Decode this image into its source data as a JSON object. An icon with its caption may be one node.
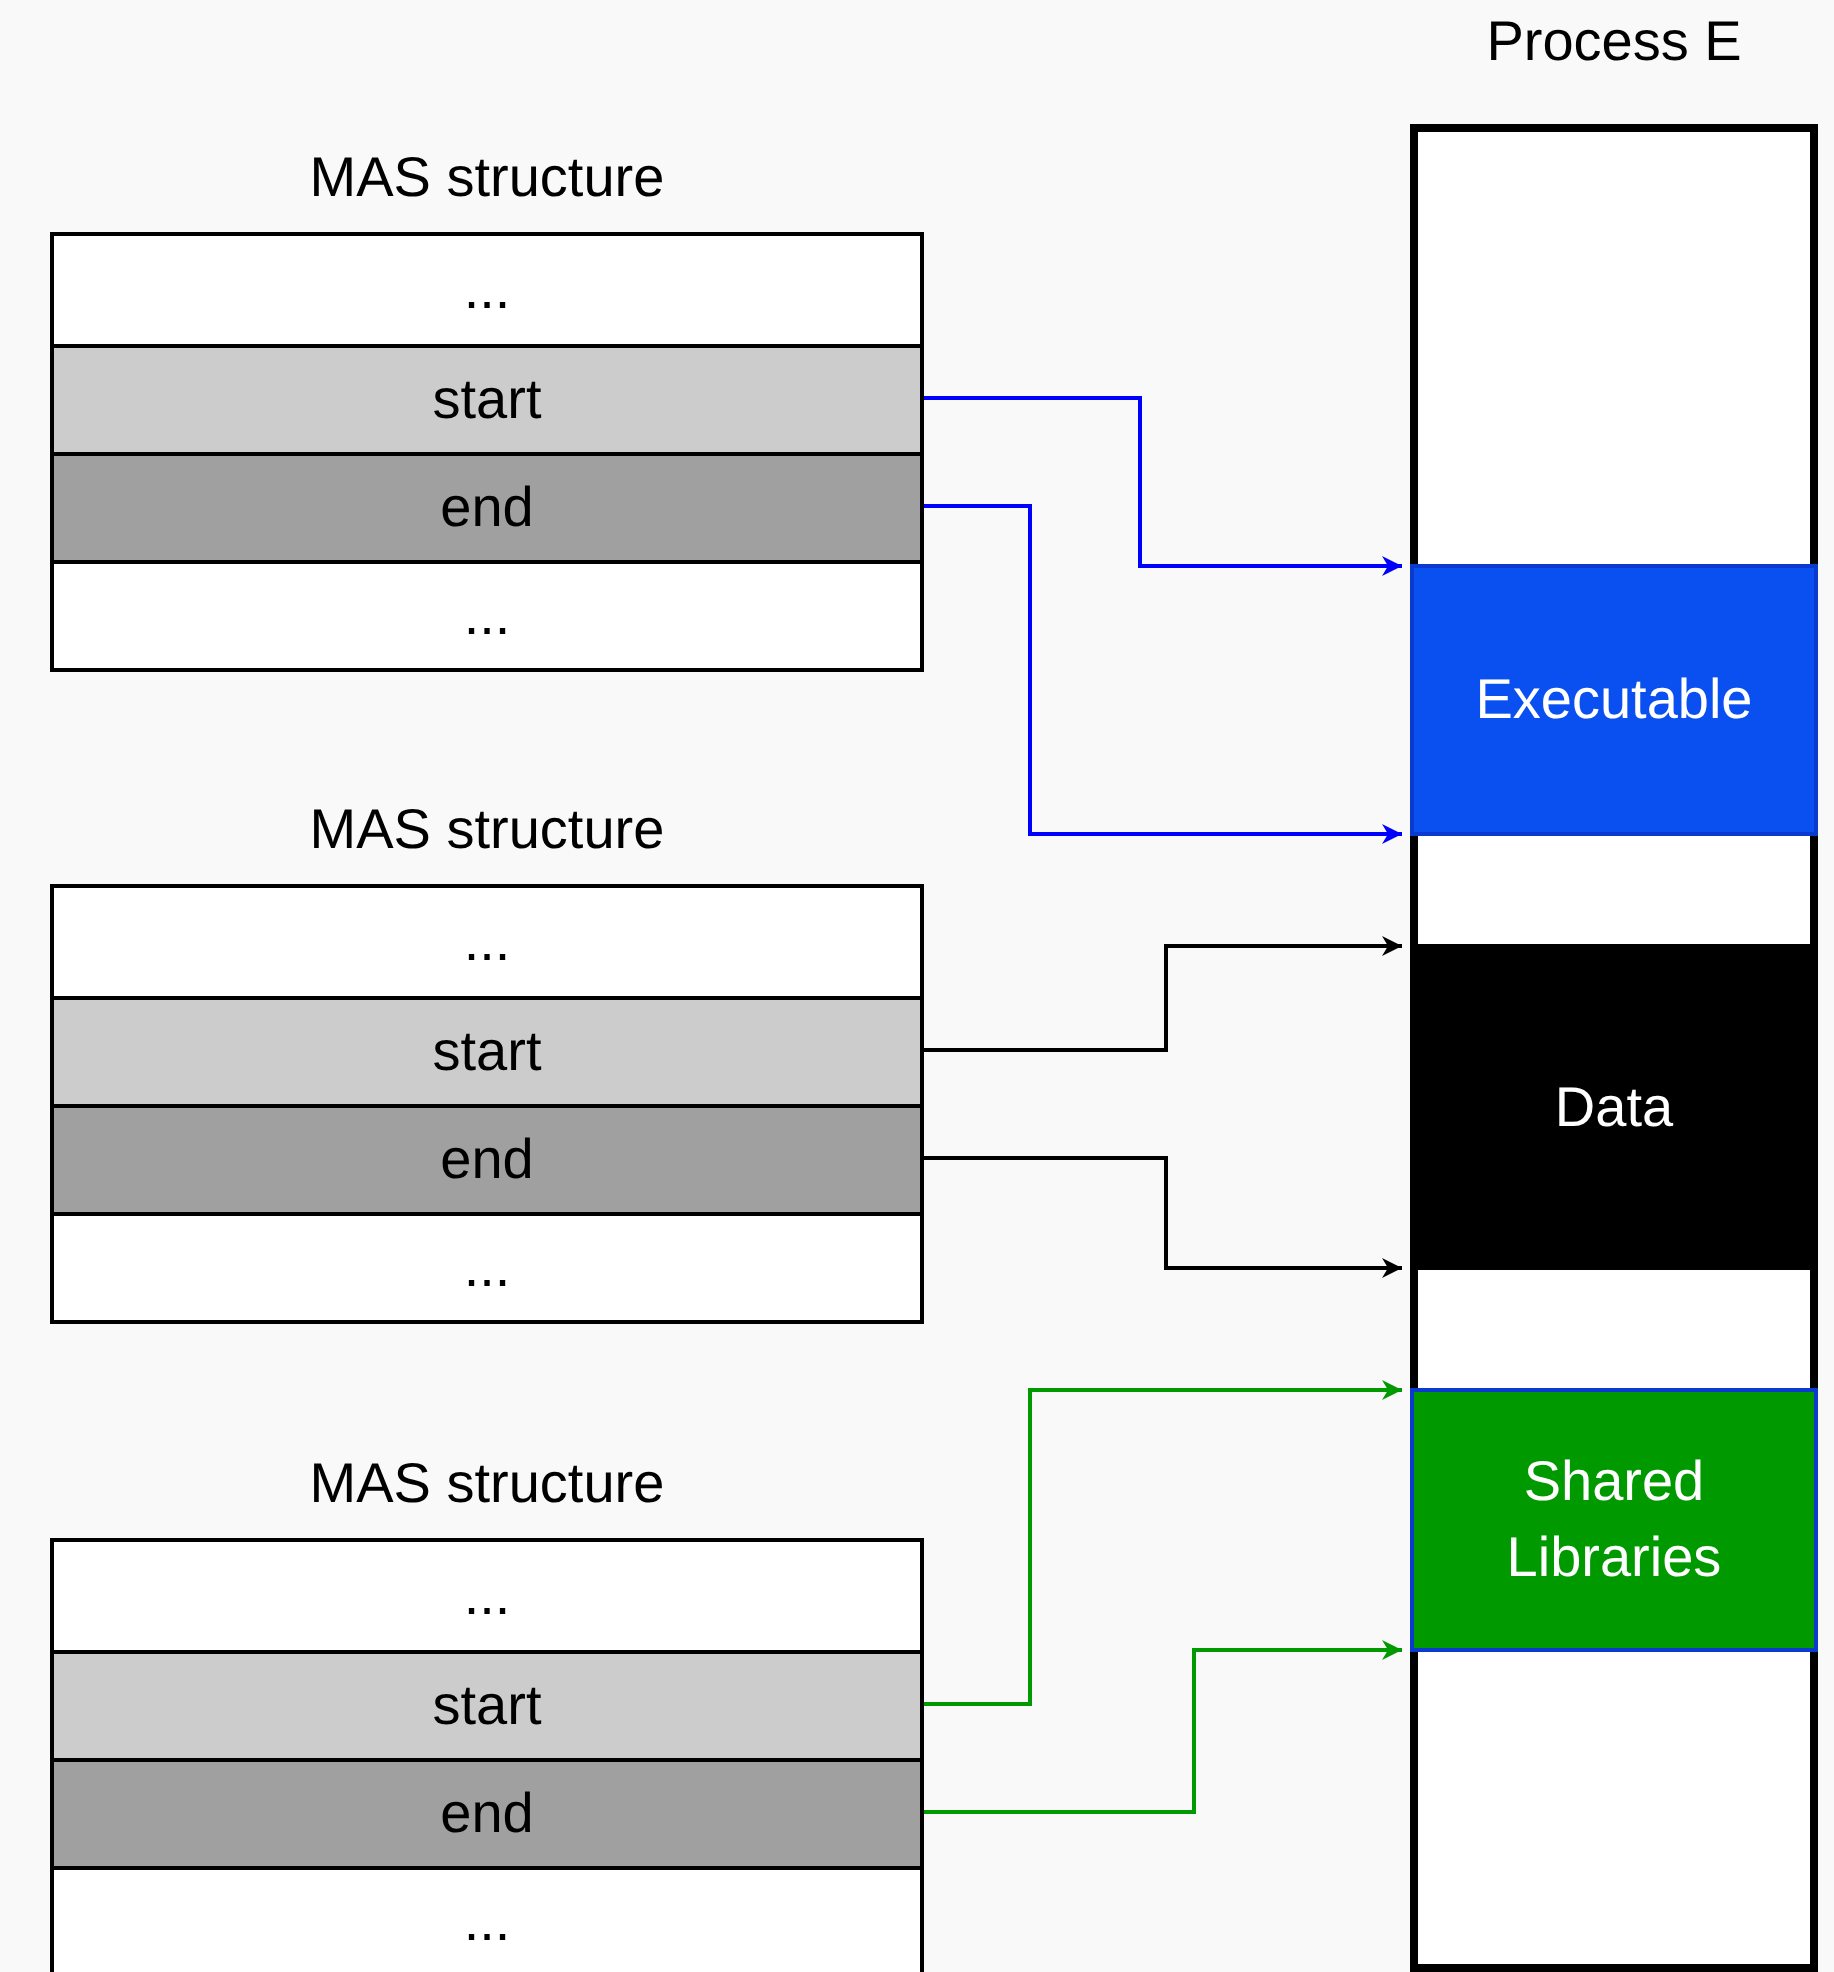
{
  "diagram": {
    "nodes": [
      {
        "text": [
          "MAS structure"
        ]
      },
      {
        "text": [
          "..."
        ],
        "in": 0
      },
      {
        "text": [
          "start"
        ],
        "in": 0
      },
      {
        "text": [
          "end"
        ],
        "in": 0
      },
      {
        "text": [
          "..."
        ],
        "in": 0
      },
      {
        "text": [
          "MAS structure"
        ]
      },
      {
        "text": [
          "..."
        ],
        "in": 5
      },
      {
        "text": [
          "start"
        ],
        "in": 5
      },
      {
        "text": [
          "end"
        ],
        "in": 5
      },
      {
        "text": [
          "..."
        ],
        "in": 5
      },
      {
        "text": [
          "MAS structure"
        ]
      },
      {
        "text": [
          "..."
        ],
        "in": 10
      },
      {
        "text": [
          "start"
        ],
        "in": 10
      },
      {
        "text": [
          "end"
        ],
        "in": 10
      },
      {
        "text": [
          "..."
        ],
        "in": 10
      },
      {
        "text": [
          "Process E"
        ]
      },
      {
        "text": [
          "Executable"
        ],
        "in": 15
      },
      {
        "text": [
          "Data"
        ],
        "in": 15
      },
      {
        "text": [
          "Shared Libraries"
        ],
        "in": 15
      }
    ],
    "edges": [
      {
        "from": 2,
        "to": 16,
        "arrow": "to",
        "color": "#0000ff"
      },
      {
        "from": 3,
        "to": 16,
        "arrow": "to",
        "color": "#0000ff"
      },
      {
        "from": 7,
        "to": 17,
        "arrow": "to",
        "color": "#000000"
      },
      {
        "from": 8,
        "to": 17,
        "arrow": "to",
        "color": "#000000"
      },
      {
        "from": 12,
        "to": 18,
        "arrow": "to",
        "color": "#009900"
      },
      {
        "from": 13,
        "to": 18,
        "arrow": "to",
        "color": "#009900"
      }
    ]
  }
}
